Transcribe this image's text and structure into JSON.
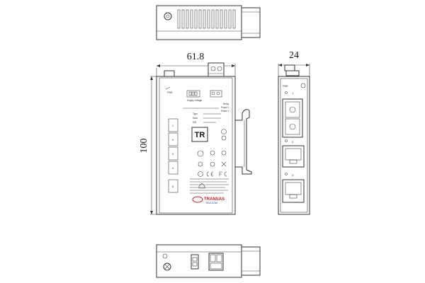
{
  "dimensions": {
    "width": "61.8",
    "depth": "24",
    "height": "100"
  },
  "front_panel": {
    "badge": "TR",
    "power_label": "PWR",
    "port_numbers": [
      "1",
      "2",
      "3",
      "4",
      "5"
    ],
    "fine_text": [
      "Supply Voltage",
      "Type",
      "Data",
      "S/N",
      "Relay",
      "Power 1",
      "Power 2"
    ],
    "brand_name": "TRANSAS",
    "brand_sub": "TELECOM"
  },
  "side_view": {
    "power_label": "PWR",
    "port_numbers": [
      "1",
      "2",
      "3"
    ]
  },
  "colors": {
    "line": "#333333",
    "brand_red": "#c81e1e",
    "brand_blue": "#1b3d8f"
  }
}
